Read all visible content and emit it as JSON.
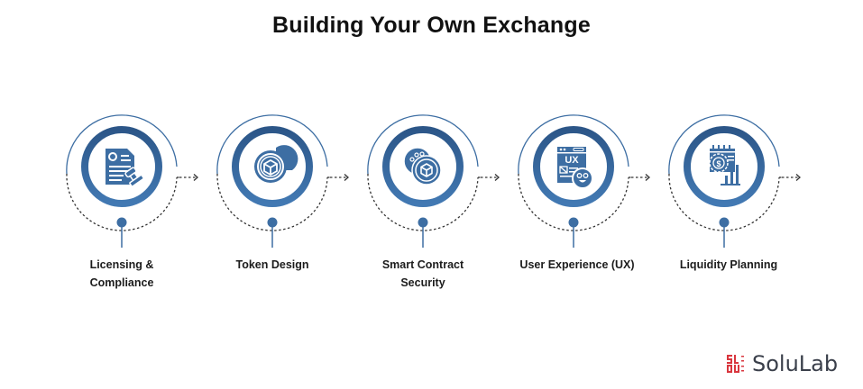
{
  "title": "Building Your Own Exchange",
  "colors": {
    "primary": "#3d6ea3",
    "primary_dark": "#2f5a8a",
    "dotted": "#333333",
    "text": "#1c1c1c"
  },
  "steps": [
    {
      "label_line1": "Licensing &",
      "label_line2": "Compliance",
      "icon": "license-document-stamp-icon"
    },
    {
      "label_line1": "Token Design",
      "label_line2": "",
      "icon": "token-cube-coin-icon"
    },
    {
      "label_line1": "Smart Contract",
      "label_line2": "Security",
      "icon": "smart-contract-coins-icon"
    },
    {
      "label_line1": "User Experience (UX)",
      "label_line2": "",
      "icon": "ux-window-smiley-icon"
    },
    {
      "label_line1": "Liquidity Planning",
      "label_line2": "",
      "icon": "liquidity-calendar-chart-icon"
    }
  ],
  "logo": {
    "text": "SoluLab"
  }
}
